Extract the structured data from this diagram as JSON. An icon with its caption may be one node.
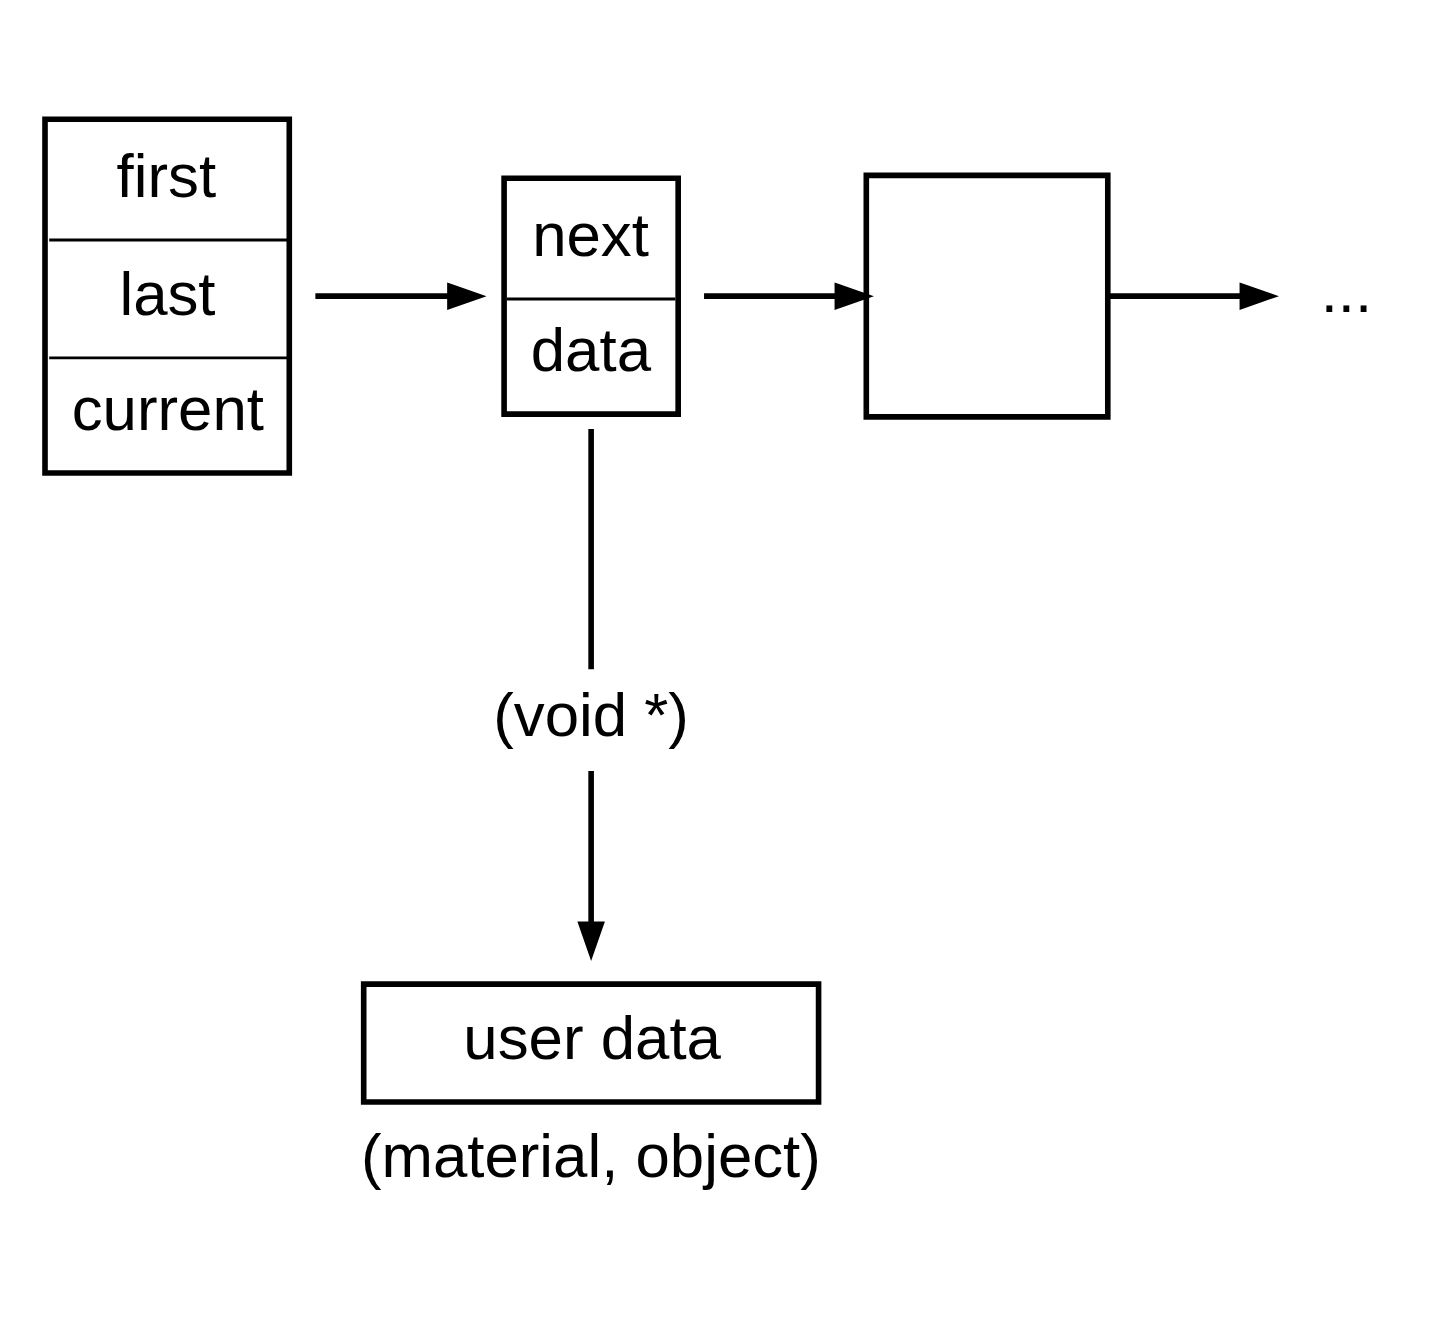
{
  "diagram": {
    "nodes": [
      {
        "text": [
          "first",
          "last",
          "current"
        ]
      },
      {
        "text": [
          "next",
          "data"
        ]
      },
      {
        "text": [],
        "shape": "box"
      },
      {
        "text": [
          "..."
        ]
      },
      {
        "text": [
          "(void *)"
        ]
      },
      {
        "text": [
          "user data"
        ],
        "beside": [
          "(material, object)"
        ]
      }
    ],
    "edges": [
      {
        "from": 0,
        "to": 1,
        "arrow": "to"
      },
      {
        "from": 1,
        "to": 2,
        "arrow": "to"
      },
      {
        "from": 2,
        "to": 3,
        "arrow": "to"
      },
      {
        "from": 1,
        "to": 4,
        "arrow": "none"
      },
      {
        "from": 4,
        "to": 5,
        "arrow": "to"
      }
    ]
  }
}
